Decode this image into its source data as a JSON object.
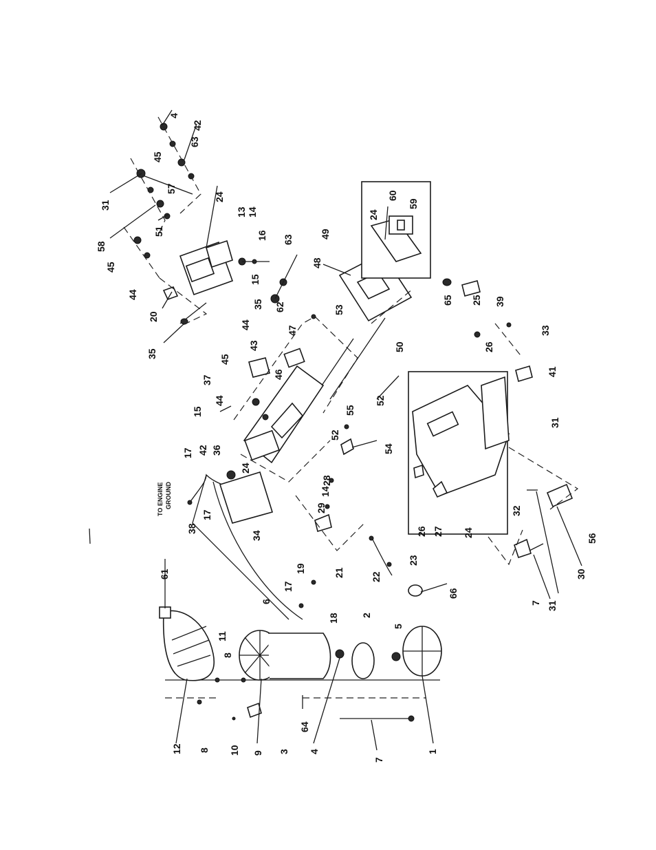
{
  "diagram": {
    "note_lines": [
      "TO ENGINE",
      "GROUND"
    ],
    "callouts": [
      "4",
      "42",
      "63",
      "45",
      "57",
      "31",
      "58",
      "51",
      "24",
      "13",
      "14",
      "16",
      "15",
      "45",
      "44",
      "20",
      "35",
      "63",
      "62",
      "48",
      "44",
      "35",
      "43",
      "47",
      "46",
      "45",
      "49",
      "24",
      "60",
      "59",
      "53",
      "50",
      "52",
      "52",
      "55",
      "54",
      "28",
      "15",
      "37",
      "44",
      "42",
      "36",
      "17",
      "24",
      "34",
      "29",
      "14",
      "17",
      "38",
      "21",
      "22",
      "23",
      "66",
      "61",
      "11",
      "8",
      "6",
      "19",
      "17",
      "18",
      "2",
      "5",
      "12",
      "8",
      "10",
      "9",
      "64",
      "3",
      "4",
      "7",
      "1",
      "65",
      "25",
      "39",
      "33",
      "26",
      "41",
      "31",
      "26",
      "27",
      "24",
      "32",
      "30",
      "31",
      "7",
      "56"
    ]
  }
}
